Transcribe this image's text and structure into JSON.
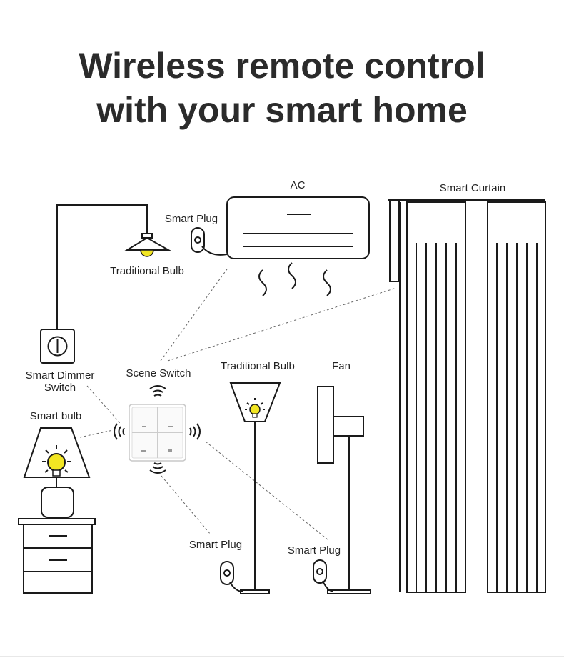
{
  "headline": {
    "line1": "Wireless remote control",
    "line2": "with your smart home"
  },
  "labels": {
    "ac": "AC",
    "smart_curtain": "Smart Curtain",
    "smart_plug_ac": "Smart Plug",
    "traditional_bulb_ceiling": "Traditional Bulb",
    "smart_dimmer_switch_line1": "Smart Dimmer",
    "smart_dimmer_switch_line2": "Switch",
    "scene_switch": "Scene Switch",
    "traditional_bulb_floor": "Traditional Bulb",
    "fan": "Fan",
    "smart_bulb": "Smart bulb",
    "smart_plug_floor_lamp": "Smart Plug",
    "smart_plug_fan": "Smart Plug"
  },
  "colors": {
    "bulb_yellow": "#f2e623",
    "line": "#1a1a1a",
    "text": "#2b2b2b"
  }
}
